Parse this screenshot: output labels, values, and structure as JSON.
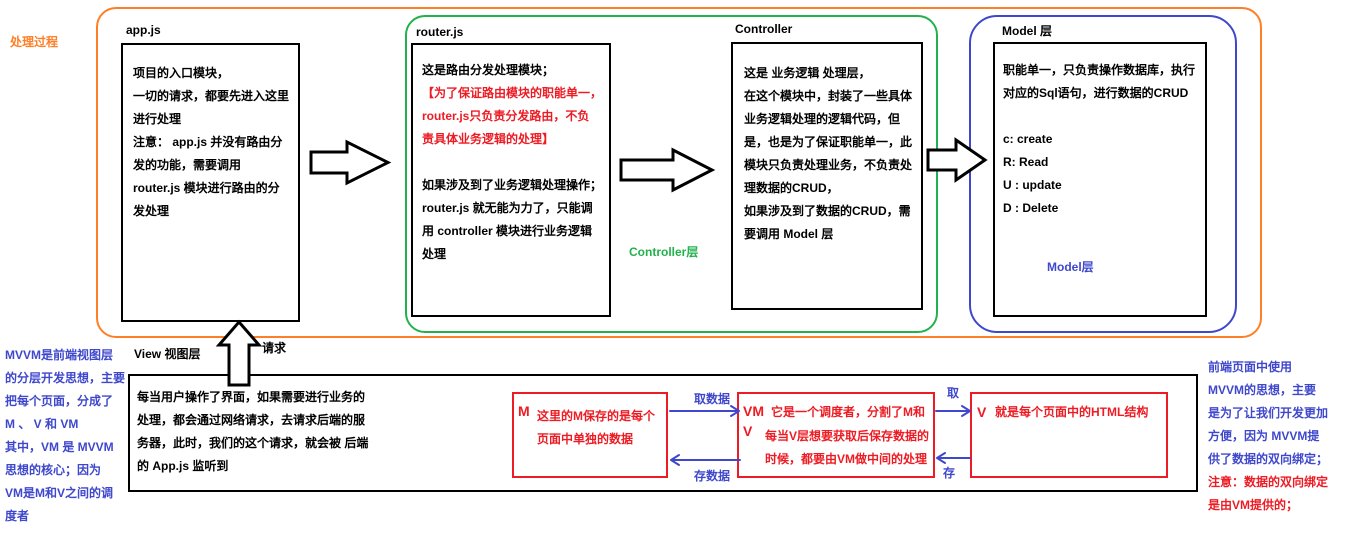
{
  "colors": {
    "process_frame": "#ff7f27",
    "controller_frame": "#22b14c",
    "model_frame": "#3f48cc",
    "mvvm_boxes": "#ed1c24",
    "note_blue": "#3f48cc",
    "note_red": "#ed1c24"
  },
  "process_label": "处理过程",
  "app": {
    "title": "app.js",
    "lines": [
      "项目的入口模块，",
      "一切的请求，都要先进入这里",
      "进行处理",
      "注意： app.js 并没有路由分",
      "发的功能，需要调用",
      "router.js 模块进行路由的分",
      "发处理"
    ]
  },
  "router": {
    "title": "router.js",
    "intro": "这是路由分发处理模块；",
    "note_lines": [
      "【为了保证路由模块的职能单一，",
      "router.js只负责分发路由，不负",
      "责具体业务逻辑的处理】"
    ],
    "lines": [
      "如果涉及到了业务逻辑处理操作；",
      "router.js 就无能为力了，只能调",
      "用 controller 模块进行业务逻辑",
      "处理"
    ]
  },
  "controller": {
    "title": "Controller",
    "layer_label": "Controller层",
    "lines": [
      "这是 业务逻辑 处理层，",
      "在这个模块中，封装了一些具体",
      "业务逻辑处理的逻辑代码，但",
      "是，也是为了保证职能单一，此",
      "模块只负责处理业务，不负责处",
      "理数据的CRUD，",
      "如果涉及到了数据的CRUD，需",
      "要调用 Model 层"
    ]
  },
  "model": {
    "title": "Model 层",
    "layer_label": "Model层",
    "lines": [
      "职能单一，只负责操作数据库，执行",
      "对应的Sql语句，进行数据的CRUD"
    ],
    "crud": [
      "c:  create",
      "R: Read",
      "U : update",
      "D : Delete"
    ]
  },
  "request_label": "请求",
  "view": {
    "title": "View 视图层",
    "lines": [
      "每当用户操作了界面，如果需要进行业务的",
      "处理，都会通过网络请求，去请求后端的服",
      "务器，此时，我们的这个请求，就会被 后端",
      "的 App.js 监听到"
    ],
    "m_box": {
      "label": "M",
      "lines": [
        "这里的M保存的是每个",
        "页面中单独的数据"
      ]
    },
    "vm_box": {
      "label": "VM",
      "label_second": "V",
      "lines": [
        "它是一个调度者，分割了M和",
        "每当V层想要获取后保存数据的",
        "时候，都要由VM做中间的处理"
      ]
    },
    "v_box": {
      "label": "V",
      "text": "就是每个页面中的HTML结构"
    },
    "m_vm_arrows": {
      "fetch": "取数据",
      "store": "存数据"
    },
    "vm_v_arrows": {
      "fetch": "取",
      "store": "存"
    }
  },
  "mvvm_note": [
    "MVVM是前端视图层",
    "的分层开发思想，主要",
    "把每个页面，分成了",
    "M 、 V 和 VM",
    "其中，VM 是 MVVM",
    "思想的核心；因为",
    "VM是M和V之间的调",
    "度者"
  ],
  "binding_note": {
    "lines": [
      "前端页面中使用",
      "MVVM的思想，主要",
      "是为了让我们开发更加",
      "方便，因为 MVVM提",
      "供了数据的双向绑定；"
    ],
    "notice_lines": [
      "注意：数据的双向绑定",
      "是由VM提供的；"
    ]
  }
}
